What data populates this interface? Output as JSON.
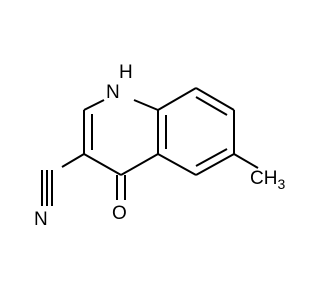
{
  "structure": {
    "labels": {
      "nh": "N",
      "h": "H",
      "oxygen": "O",
      "nitrile_n": "N",
      "methyl": "CH",
      "methyl_sub": "3"
    },
    "colors": {
      "bond": "#000000",
      "text": "#000000",
      "background": "#ffffff"
    }
  }
}
